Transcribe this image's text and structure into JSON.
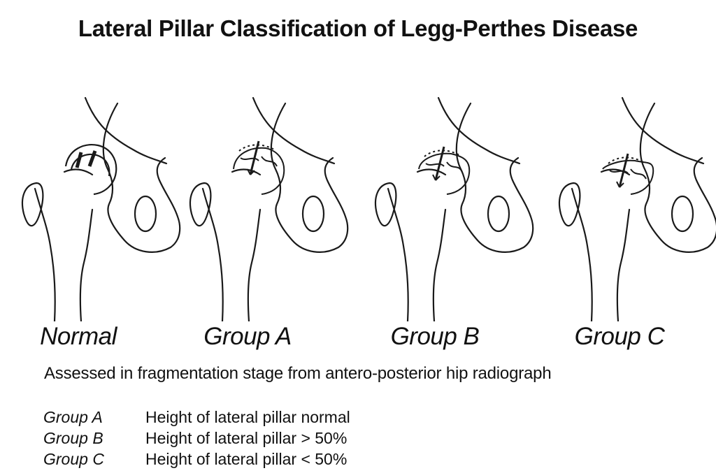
{
  "title": "Lateral Pillar Classification of Legg-Perthes Disease",
  "hips": [
    {
      "label": "Normal",
      "variant": "normal"
    },
    {
      "label": "Group A",
      "variant": "group-a"
    },
    {
      "label": "Group B",
      "variant": "group-b"
    },
    {
      "label": "Group C",
      "variant": "group-c"
    }
  ],
  "note": "Assessed in fragmentation stage from antero-posterior hip radiograph",
  "legend": [
    {
      "group": "Group A",
      "description": "Height of lateral pillar normal"
    },
    {
      "group": "Group B",
      "description": "Height of lateral pillar > 50%"
    },
    {
      "group": "Group C",
      "description": "Height of lateral pillar < 50%"
    }
  ]
}
